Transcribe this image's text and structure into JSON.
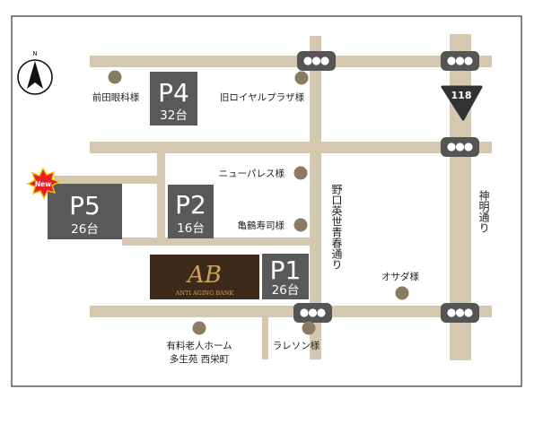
{
  "compass": {
    "north_label": "N"
  },
  "parking": [
    {
      "id": "p4",
      "name": "P4",
      "capacity": "32台"
    },
    {
      "id": "p5",
      "name": "P5",
      "capacity": "26台"
    },
    {
      "id": "p2",
      "name": "P2",
      "capacity": "16台"
    },
    {
      "id": "p1",
      "name": "P1",
      "capacity": "26台"
    }
  ],
  "badges": {
    "new": "New"
  },
  "route": {
    "number": "118"
  },
  "bank": {
    "logo_text": "AB",
    "name": "ANTI AGING BANK"
  },
  "landmarks": {
    "maeda": "前田眼科様",
    "royal": "旧ロイヤルプラザ様",
    "newpalace": "ニューパレス様",
    "kamezuru": "亀鶴寿司様",
    "osada": "オサダ様",
    "laleson": "ラレソン様",
    "nursing_line1": "有料老人ホーム",
    "nursing_line2": "多生苑 西栄町"
  },
  "streets": {
    "noguchi": "野口英世青春通り",
    "shinmei": "神明通り"
  },
  "colors": {
    "road": "#d4c8b0",
    "parking_bg": "#595959",
    "bank_bg": "#3e2a1a",
    "bank_gold": "#c9a25c",
    "landmark_dot": "#8c7b63",
    "route_sign": "#333333",
    "new_badge": "#e8202a",
    "frame": "#333333"
  }
}
